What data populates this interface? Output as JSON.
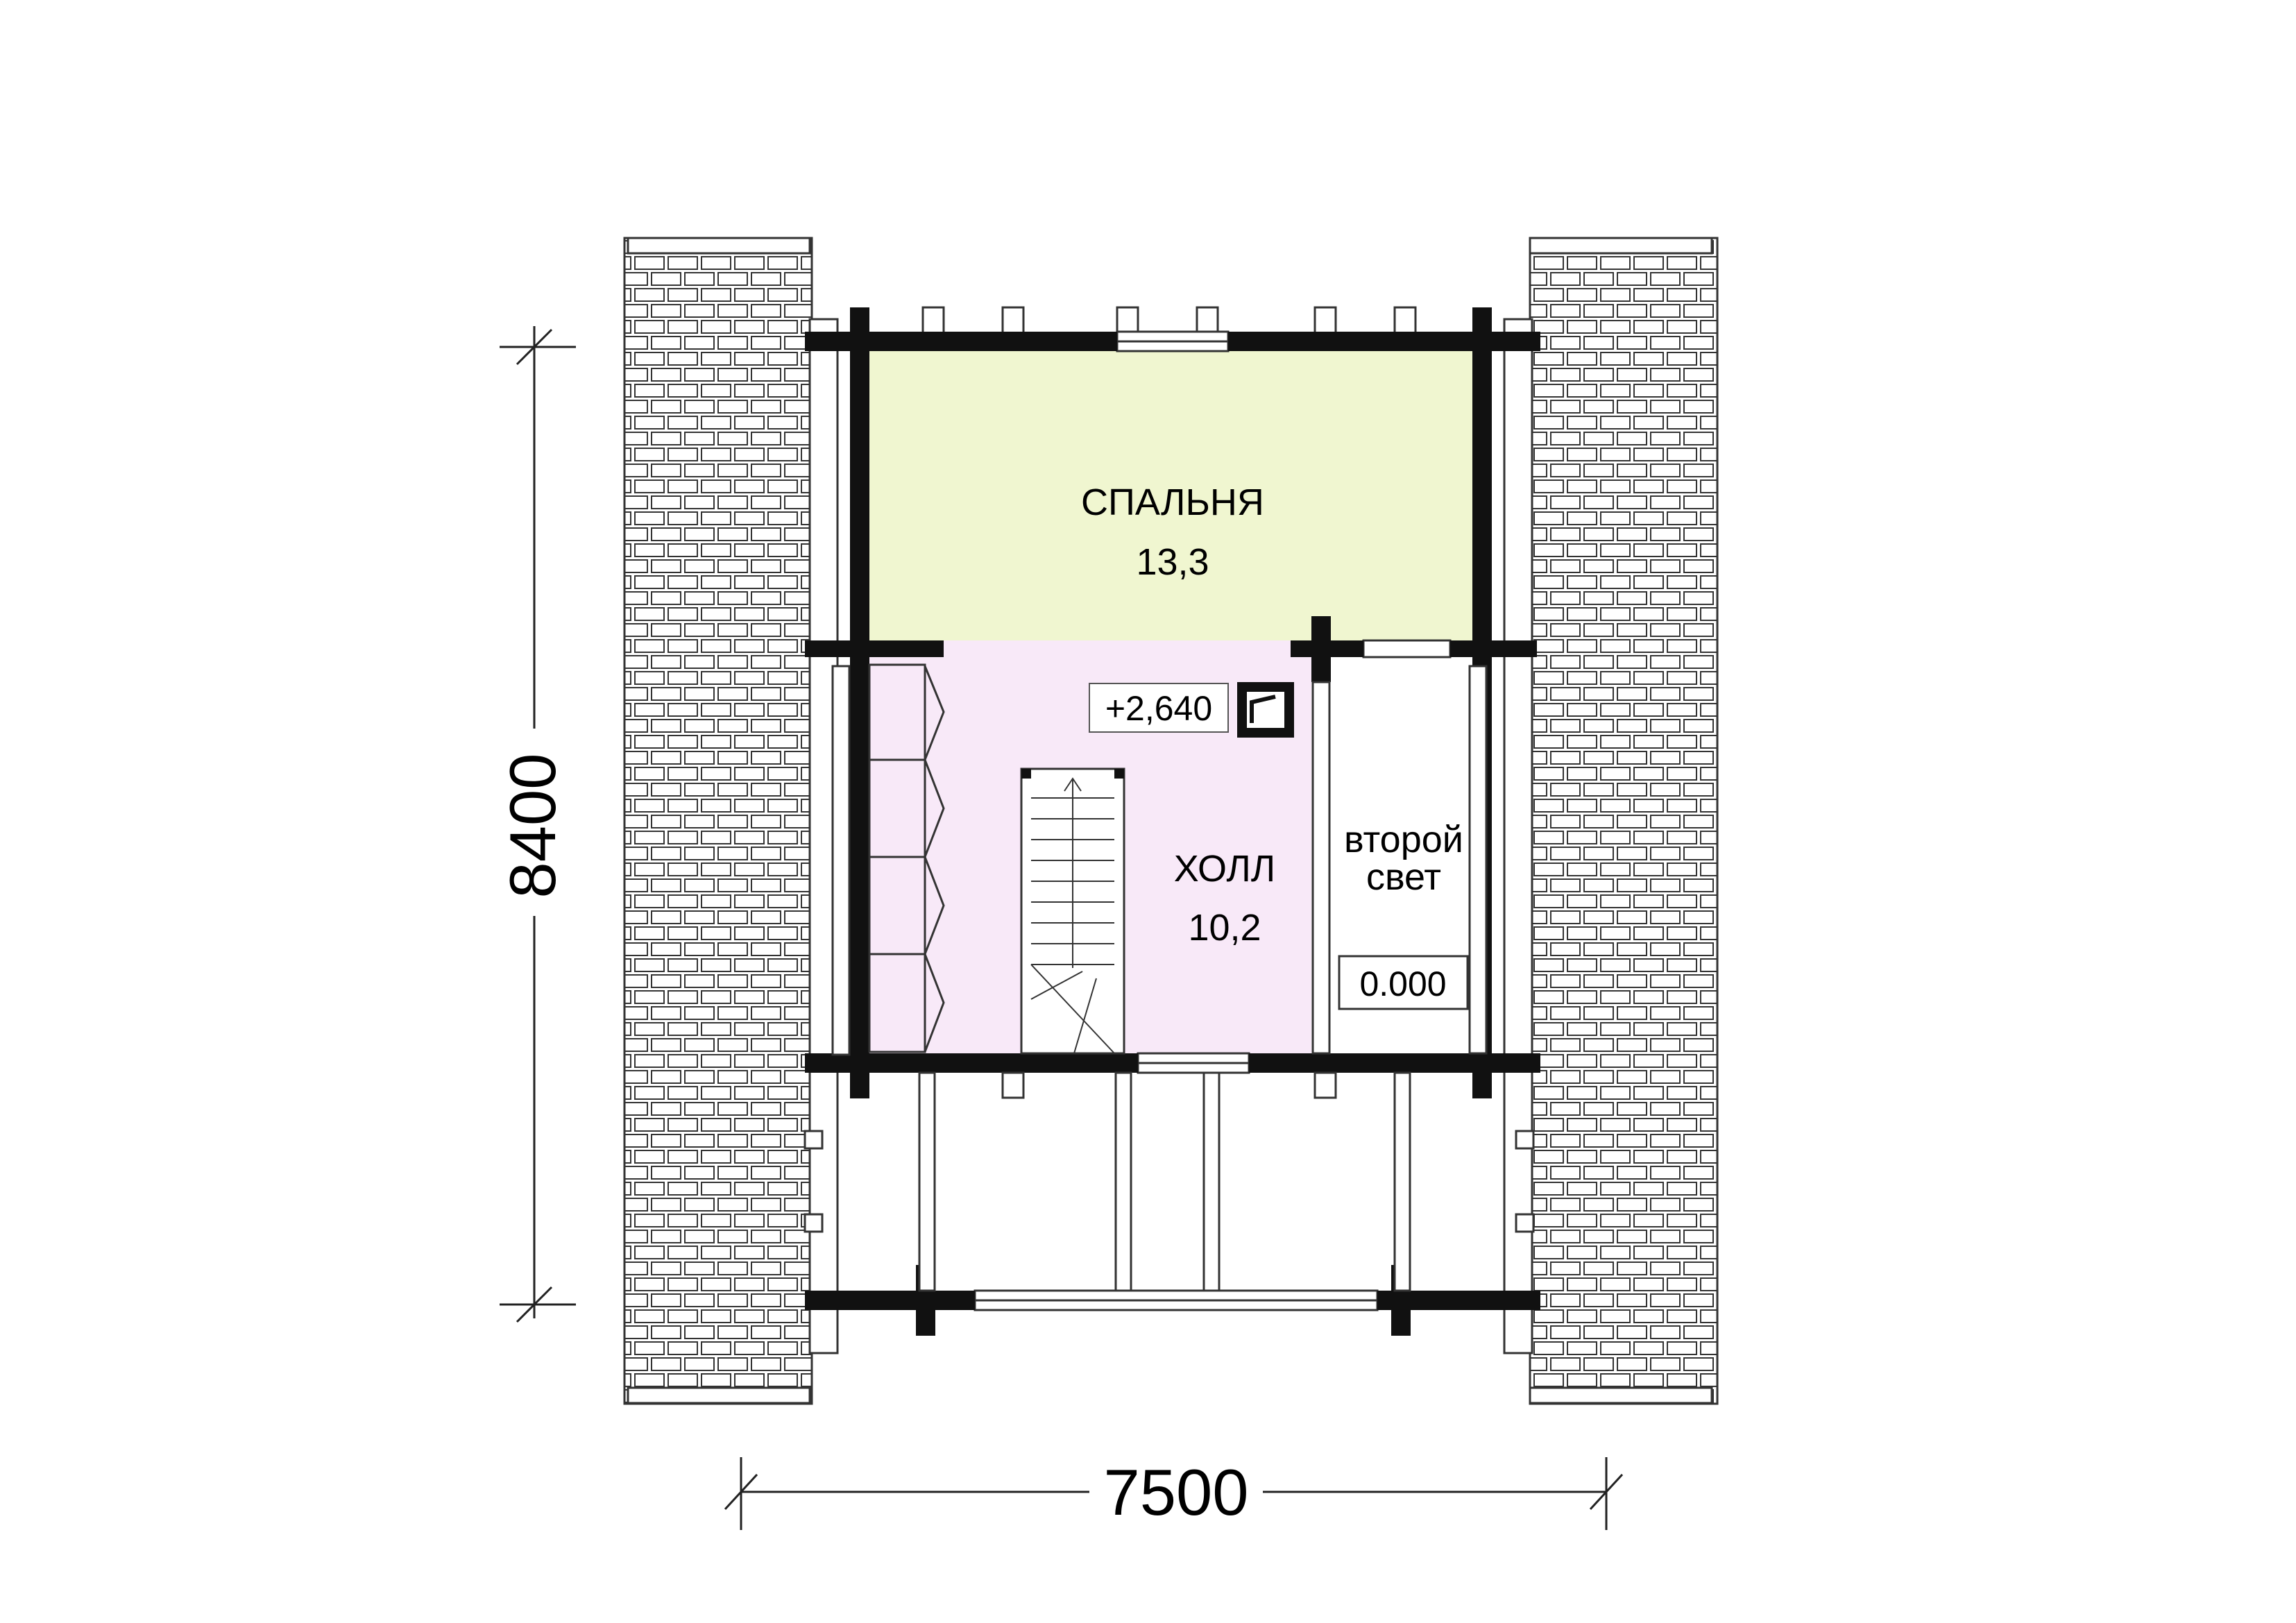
{
  "rooms": {
    "bedroom": {
      "name": "СПАЛЬНЯ",
      "area": "13,3",
      "fill": "#f0f6d0"
    },
    "hall": {
      "name": "ХОЛЛ",
      "area": "10,2",
      "fill": "#f8e9f8"
    },
    "second_light": {
      "line1": "второй",
      "line2": "свет"
    }
  },
  "levels": {
    "upper": "+2,640",
    "lower": "0.000"
  },
  "dimensions": {
    "width": "7500",
    "height": "8400"
  },
  "colors": {
    "wall": "#111111",
    "line": "#333333"
  }
}
